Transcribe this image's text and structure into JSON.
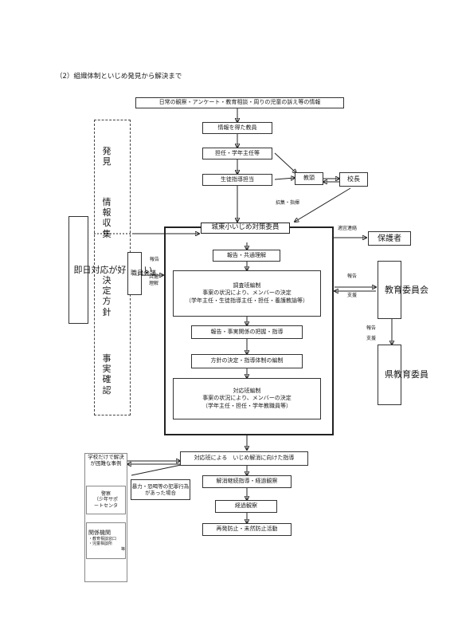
{
  "heading": "（2）組織体制といじめ発見から解決まで",
  "flow": {
    "top": "日常の観察・アンケート・教育相談・周りの児童の訴え等の情報",
    "teacher": "情報を得た教員",
    "homeroom": "担任・学年主任等",
    "guidance": "生徒指導担当",
    "vice_principal": "教頭",
    "principal": "校長",
    "convene": "招集・指揮"
  },
  "left_column": {
    "discovery": "発見",
    "info": "情報収集",
    "decision": "決定方針",
    "fact": "事実確認",
    "immediate": "即日対応が好ましい",
    "staff_meeting": "職員会議",
    "report": "報告",
    "share": "共通理解"
  },
  "committee": {
    "title": "城東小いじめ対策委員",
    "step1": "報告・共通理解",
    "investigation_title": "調査班編制",
    "investigation_line1": "事案の状況により、メンバーの決定",
    "investigation_line2": "（学年主任・生徒指導主任・担任・養護教諭等）",
    "step3": "報告・事実関係の把握・指導",
    "step4": "方針の決定・指導体制の編制",
    "response_title": "対応班編制",
    "response_line1": "事案の状況により、メンバーの決定",
    "response_line2": "（学年主任・担任・学年教職員等）"
  },
  "right_column": {
    "contact": "適宜連絡",
    "guardian": "保護者",
    "report": "報告",
    "support": "支援",
    "board": "教育委員会",
    "report2": "報告",
    "support2": "支援",
    "pref_board": "県教育委員"
  },
  "bottom": {
    "difficult": "学校だけで解決が困難な事例",
    "police_line1": "警察",
    "police_line2": "（少年サポ",
    "police_line3": "ートセンタ",
    "agencies_title": "関係機関",
    "agencies_item1": "・教育相談窓口",
    "agencies_item2": "・児童相談所",
    "agencies_item3": "等",
    "violence": "暴力・恐喝等の犯罪行為があった場合",
    "response": "対応班による　いじめ解消に向けた指導",
    "continue": "解消継続指導・経過観察",
    "observe": "経過観察",
    "prevent": "再発防止・未然防止活動"
  },
  "colors": {
    "line": "#222222",
    "background": "#ffffff"
  }
}
